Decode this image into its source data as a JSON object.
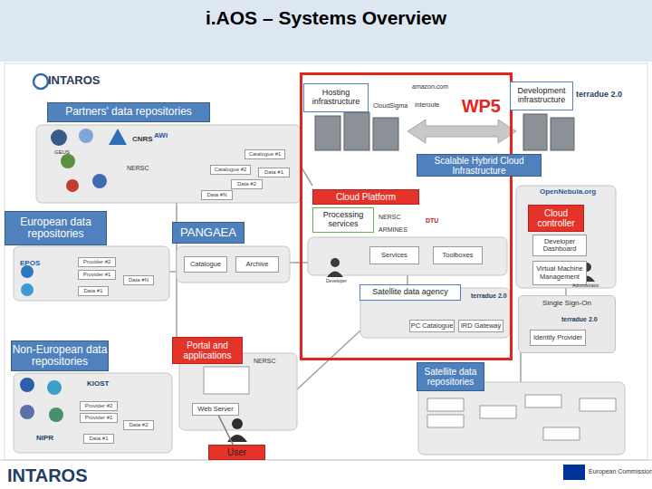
{
  "diagram": {
    "title": "i.AOS – Systems Overview",
    "nodes": [
      {
        "text": [
          "Partners' data repositories"
        ]
      },
      {
        "text": [
          "WP5"
        ]
      },
      {
        "text": [
          "Hosting infrastructure"
        ],
        "in": 1
      },
      {
        "text": [
          "Development infrastructure"
        ]
      },
      {
        "text": [
          "Catalogue #1"
        ]
      },
      {
        "text": [
          "Catalogue #2"
        ]
      },
      {
        "text": [
          "Data #1"
        ]
      },
      {
        "text": [
          "Data #2"
        ]
      },
      {
        "text": [
          "Data #N"
        ]
      },
      {
        "text": [
          "Scalable Hybrid Cloud Infrastructure"
        ]
      },
      {
        "text": [
          "Cloud Platform"
        ],
        "in": 1
      },
      {
        "text": [
          "Processing services"
        ],
        "in": 1
      },
      {
        "text": [
          "Cloud controller"
        ]
      },
      {
        "text": [
          "European data repositories"
        ]
      },
      {
        "text": [
          "PANGAEA"
        ]
      },
      {
        "text": [
          "Developer Dashboard"
        ]
      },
      {
        "text": [
          "Services"
        ],
        "in": 1
      },
      {
        "text": [
          "Toolboxes"
        ],
        "in": 1
      },
      {
        "text": [
          "Catalogue"
        ]
      },
      {
        "text": [
          "Archive"
        ]
      },
      {
        "text": [
          "Provider #2"
        ]
      },
      {
        "text": [
          "Provider #1"
        ]
      },
      {
        "text": [
          "Virtual Machine Management"
        ]
      },
      {
        "text": [
          "Data #N"
        ]
      },
      {
        "text": [
          "Data #1"
        ]
      },
      {
        "text": [
          "Satellite data agency"
        ],
        "in": 1
      },
      {
        "text": [
          "Single Sign-On"
        ]
      },
      {
        "text": [
          "Identity Provider"
        ],
        "in": 26
      },
      {
        "text": [
          "PC Catalogue"
        ],
        "in": 1
      },
      {
        "text": [
          "IRD Gateway"
        ],
        "in": 1
      },
      {
        "text": [
          "Non-European data repositories"
        ]
      },
      {
        "text": [
          "Portal and applications"
        ]
      },
      {
        "text": [
          "Satellite data repositories"
        ]
      },
      {
        "text": [
          "Provider #2"
        ]
      },
      {
        "text": [
          "Provider #1"
        ]
      },
      {
        "text": [
          "Web Server"
        ]
      },
      {
        "text": [
          "Data #2"
        ]
      },
      {
        "text": [
          "Data #1"
        ]
      },
      {
        "text": [
          "User"
        ]
      }
    ],
    "edges": [
      {
        "from": 38,
        "to": 35,
        "arrow": "none"
      }
    ],
    "labels": [
      "INTAROS",
      "amazon.com",
      "interoute",
      "CloudSigma",
      "terradue 2.0",
      "OpenNebula.org",
      "NERSC",
      "DTU",
      "ARMINES",
      "Developer",
      "terradue 2.0",
      "Administrator",
      "terradue 2.0",
      "EPOS",
      "NERSC",
      "KIOST",
      "NIPR",
      "INTAROS",
      "European Commission",
      "GEUS",
      "AWI",
      "NERSC",
      "CNRS"
    ]
  }
}
